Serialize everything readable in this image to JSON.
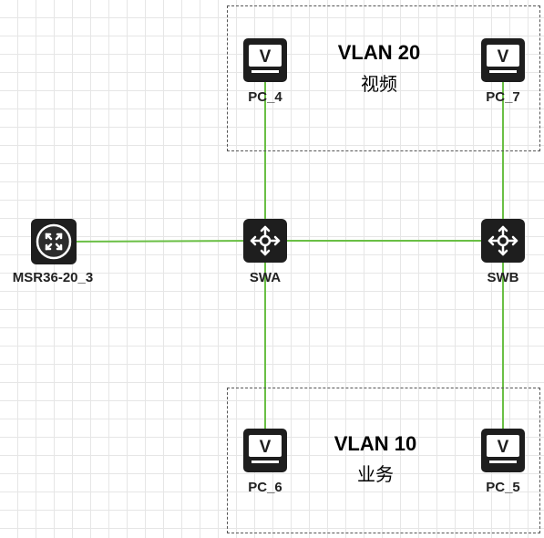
{
  "colors": {
    "link": "#6abf45",
    "device": "#1e1e1e",
    "zone_border": "#555555"
  },
  "zones": {
    "vlan20": {
      "title": "VLAN 20",
      "subtitle": "视频"
    },
    "vlan10": {
      "title": "VLAN 10",
      "subtitle": "业务"
    }
  },
  "nodes": {
    "msr": {
      "label": "MSR36-20_3",
      "icon": "router-icon"
    },
    "swa": {
      "label": "SWA",
      "icon": "switch-icon"
    },
    "swb": {
      "label": "SWB",
      "icon": "switch-icon"
    },
    "pc4": {
      "label": "PC_4",
      "icon": "pc-monitor-icon"
    },
    "pc7": {
      "label": "PC_7",
      "icon": "pc-monitor-icon"
    },
    "pc6": {
      "label": "PC_6",
      "icon": "pc-monitor-icon"
    },
    "pc5": {
      "label": "PC_5",
      "icon": "pc-monitor-icon"
    }
  },
  "links": [
    {
      "from": "msr",
      "to": "swa"
    },
    {
      "from": "swa",
      "to": "swb"
    },
    {
      "from": "swa",
      "to": "pc4"
    },
    {
      "from": "swa",
      "to": "pc6"
    },
    {
      "from": "swb",
      "to": "pc7"
    },
    {
      "from": "swb",
      "to": "pc5"
    }
  ]
}
